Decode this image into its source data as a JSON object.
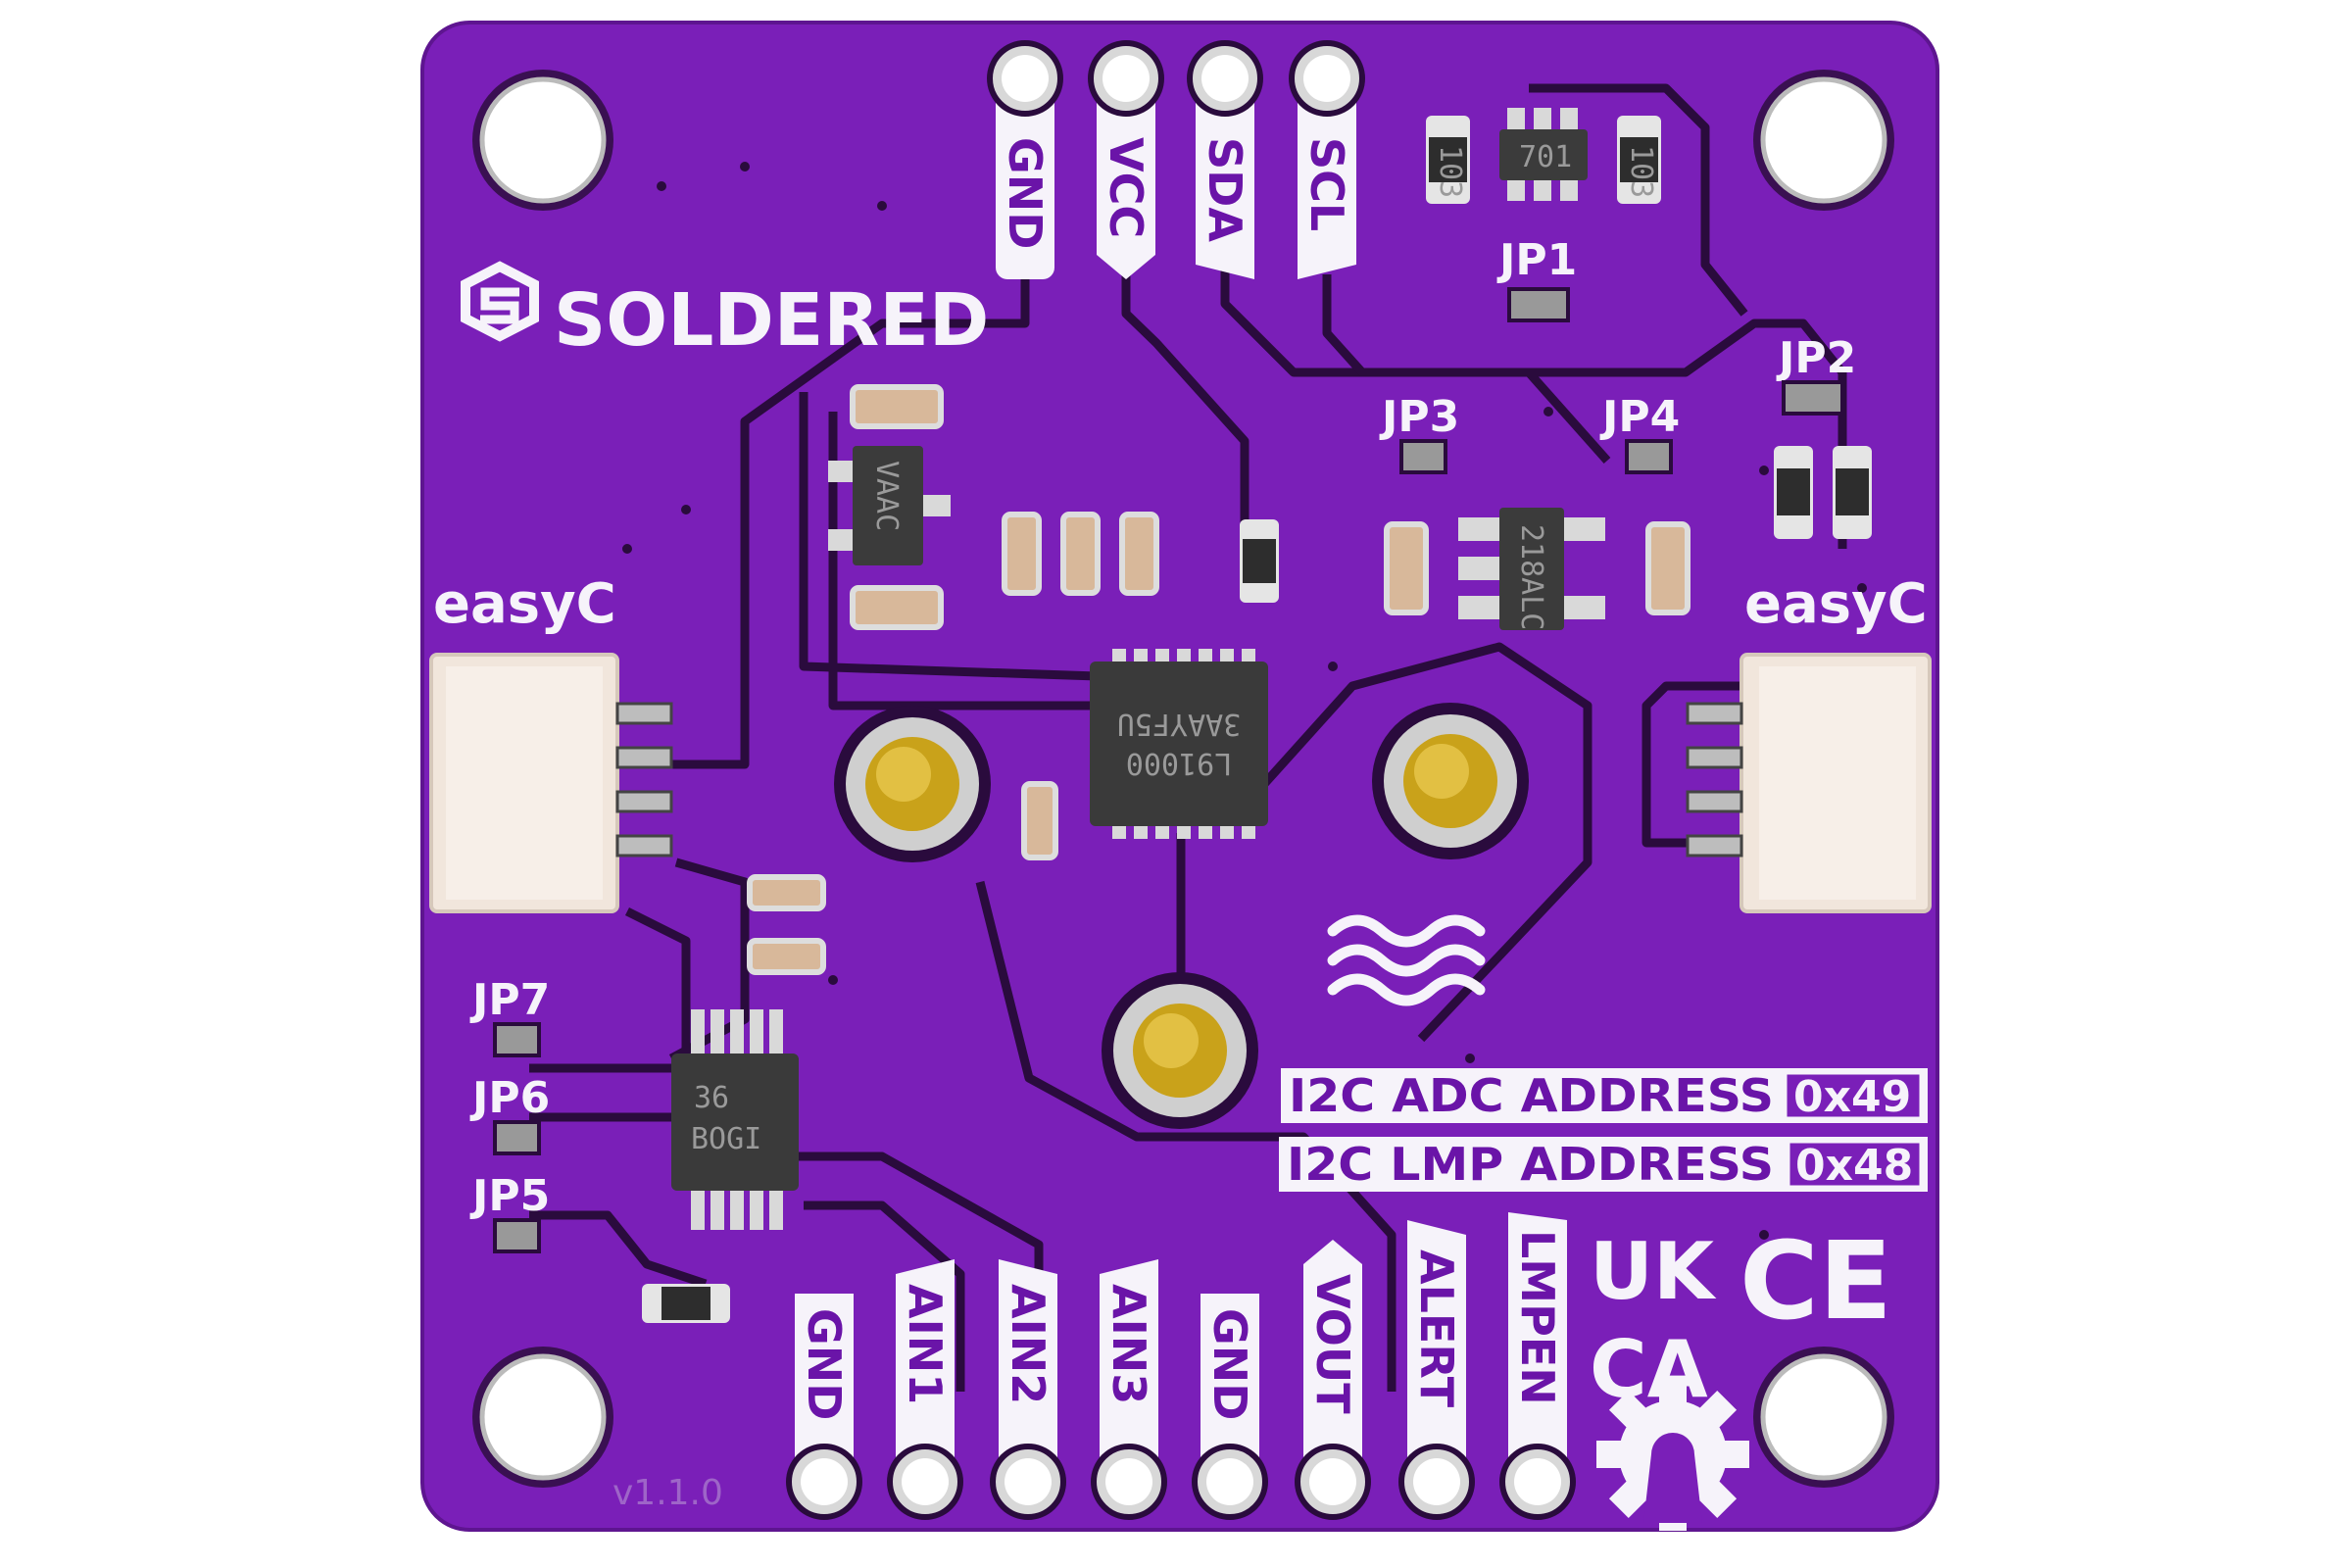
{
  "board": {
    "brand": "SOLDERED",
    "version": "v1.1.0",
    "colors": {
      "pcb": "#7a1fb8",
      "trace": "#2a0b3d",
      "silkscreen": "#f6f3fa",
      "gold": "#c9a21a"
    },
    "top_pins": [
      "GND",
      "VCC",
      "SDA",
      "SCL"
    ],
    "bottom_pins": [
      "GND",
      "AIN1",
      "AIN2",
      "AIN3",
      "GND",
      "VOUT",
      "ALERT",
      "LMPEN"
    ],
    "connector_left_label": "easyC",
    "connector_right_label": "easyC",
    "jumpers": {
      "jp1": "JP1",
      "jp2": "JP2",
      "jp3": "JP3",
      "jp4": "JP4",
      "jp5": "JP5",
      "jp6": "JP6",
      "jp7": "JP7"
    },
    "address_adc": {
      "label": "I2C ADC ADDRESS",
      "value": "0x49"
    },
    "address_lmp": {
      "label": "I2C LMP ADDRESS",
      "value": "0x48"
    },
    "marks": {
      "ukca_top": "UK",
      "ukca_bottom": "CA",
      "ce": "CE"
    },
    "chips": {
      "main_line1": "L91000",
      "main_line2": "3AAYF5U",
      "ti_line1": "36",
      "ti_line2": "BOGI",
      "regulator": "218ALC",
      "sot23": "VAAC",
      "sot6": "701",
      "resistor_code": "103"
    },
    "icons": [
      "soldered-logo-icon",
      "waves-icon",
      "open-hardware-gear-icon"
    ]
  }
}
